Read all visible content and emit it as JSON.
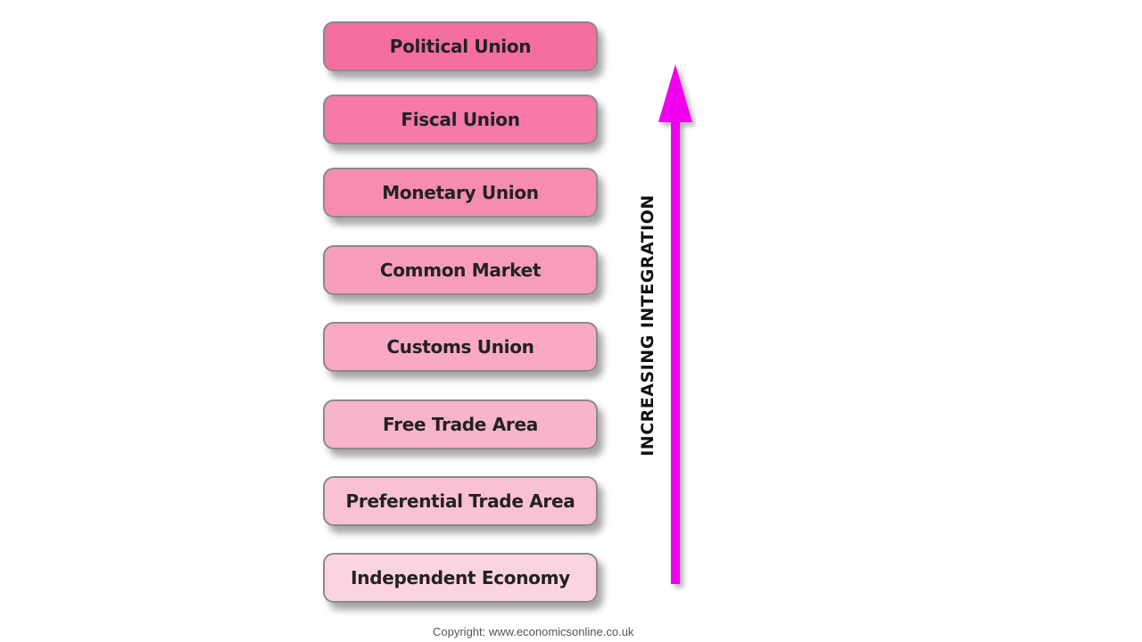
{
  "stages": [
    {
      "label": "Political Union",
      "color": "#f56ea0"
    },
    {
      "label": "Fiscal Union",
      "color": "#f57aa8"
    },
    {
      "label": "Monetary Union",
      "color": "#f78cb3"
    },
    {
      "label": "Common Market",
      "color": "#f89cbd"
    },
    {
      "label": "Customs Union",
      "color": "#f9a8c5"
    },
    {
      "label": "Free Trade Area",
      "color": "#f9b4cd"
    },
    {
      "label": "Preferential Trade Area",
      "color": "#fac0d5"
    },
    {
      "label": "Independent Economy",
      "color": "#fcd3e2"
    }
  ],
  "arrow": {
    "label": "INCREASING INTEGRATION",
    "color": "#ee00ee"
  },
  "copyright": "Copyright: www.economicsonline.co.uk"
}
